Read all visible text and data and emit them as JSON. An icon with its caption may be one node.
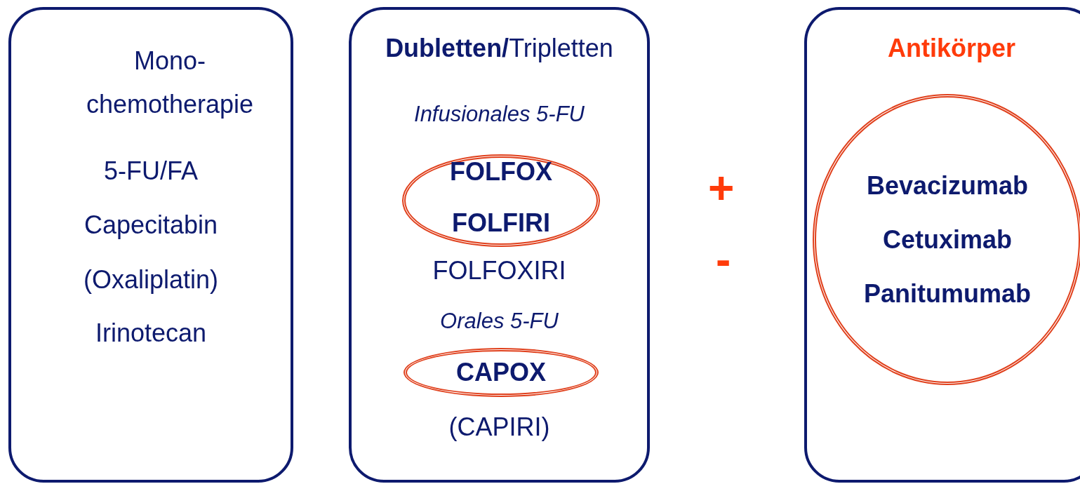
{
  "diagram": {
    "nodes": [
      {
        "text": [
          "Mono- chemotherapie",
          "5-FU/FA",
          "Capecitabin",
          "(Oxaliplatin)",
          "Irinotecan"
        ]
      },
      {
        "text": [
          "**Dubletten/**Tripletten",
          "Infusionales 5-FU",
          "FOLFOXIRI",
          "Orales 5-FU",
          "(CAPIRI)"
        ]
      },
      {
        "text": [
          "FOLFOX",
          "FOLFIRI"
        ],
        "in": 1
      },
      {
        "text": [
          "CAPOX"
        ],
        "in": 1
      },
      {
        "text": [
          "Antikörper"
        ]
      },
      {
        "text": [
          "Bevacizumab",
          "Cetuximab",
          "Panitumumab"
        ],
        "in": 4
      }
    ],
    "labels": [
      "+",
      "-"
    ]
  }
}
